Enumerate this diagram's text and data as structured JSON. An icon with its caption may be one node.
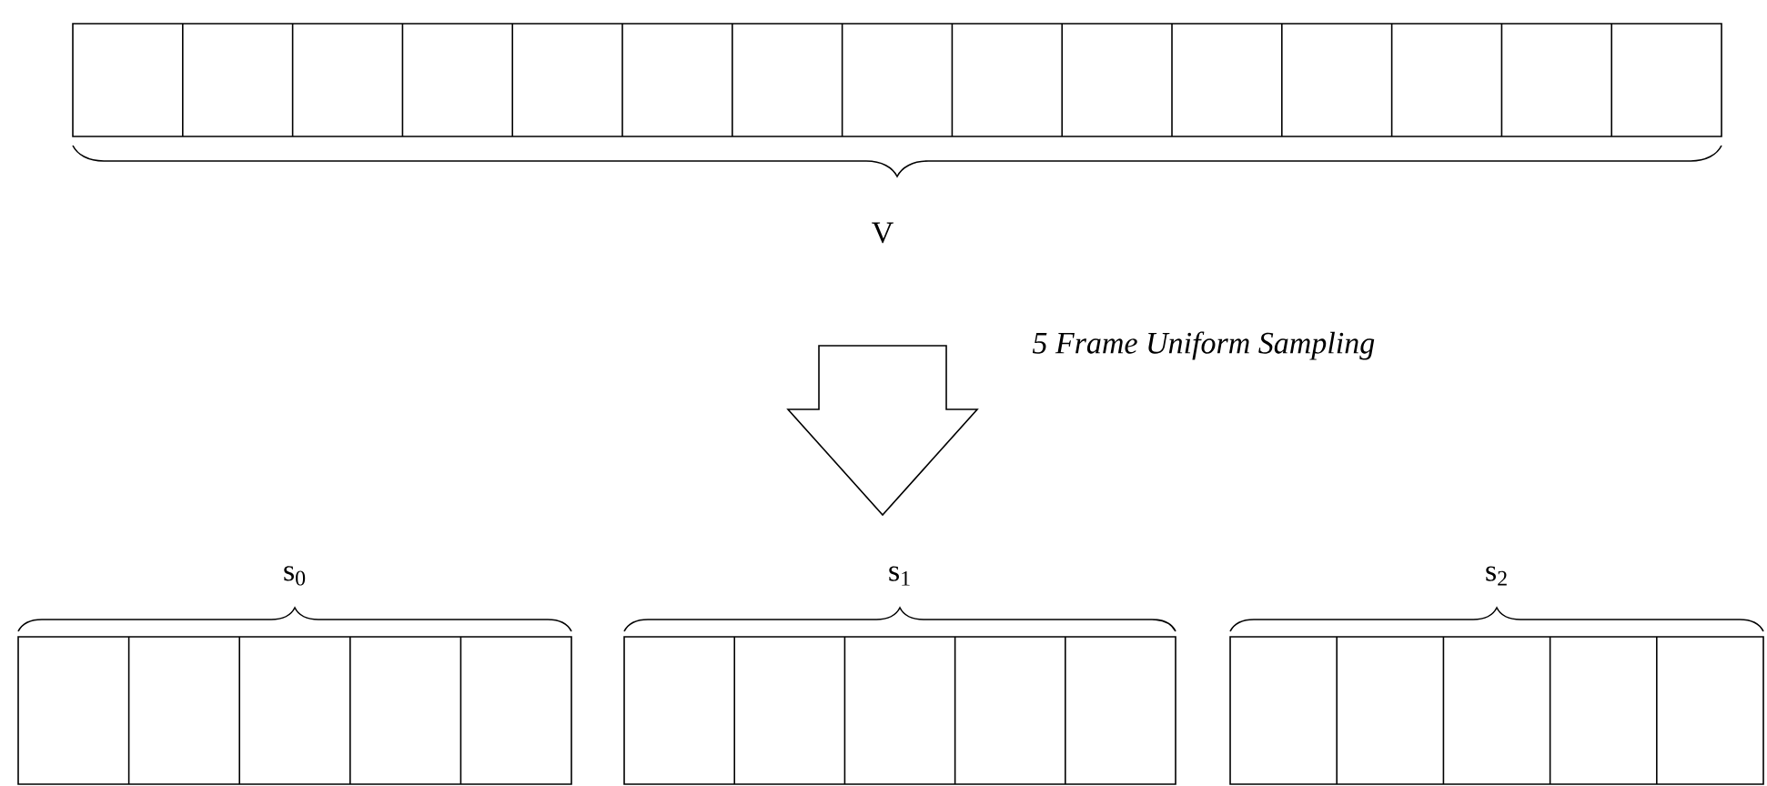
{
  "diagram": {
    "nodes": [
      {
        "text": [],
        "shape": "box",
        "beside": [
          "V"
        ]
      },
      {
        "text": [],
        "shape": "box",
        "beside": [
          "s$_{0}$"
        ]
      },
      {
        "text": [],
        "shape": "box",
        "beside": [
          "s$_{1}$"
        ]
      },
      {
        "text": [],
        "shape": "box",
        "beside": [
          "s$_{2}$"
        ]
      }
    ],
    "labels": [
      "5 Frame Uniform Sampling"
    ]
  }
}
